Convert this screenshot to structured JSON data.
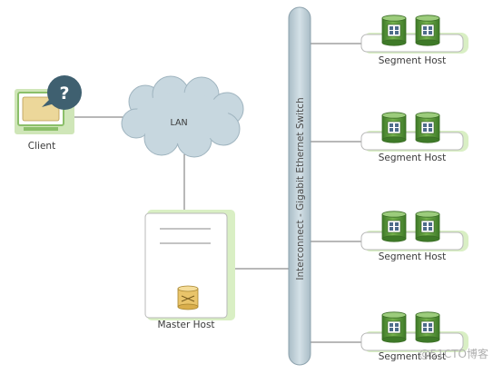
{
  "nodes": {
    "client": "Client",
    "lan": "LAN",
    "switch": "Interconnect - Gigabit Ethernet Switch",
    "master": "Master Host",
    "segments": [
      "Segment Host",
      "Segment Host",
      "Segment Host",
      "Segment Host"
    ]
  },
  "watermark": "@51CTO博客",
  "colors": {
    "border": "#b8b8b8",
    "host_fill": "#ffffff",
    "host_glow": "#d9efc4",
    "disk_green": "#5e9e3c",
    "switch_fill": "#c4d4dc",
    "cloud_fill": "#c7d7df",
    "client_bubble": "#3f6070",
    "client_screen": "#ecd79a",
    "client_frame": "#8bbf6a",
    "master_db": "#e9c46a"
  },
  "icons": [
    "question-bubble-icon",
    "monitor-icon",
    "cloud-icon",
    "database-icon",
    "disk-icon"
  ]
}
